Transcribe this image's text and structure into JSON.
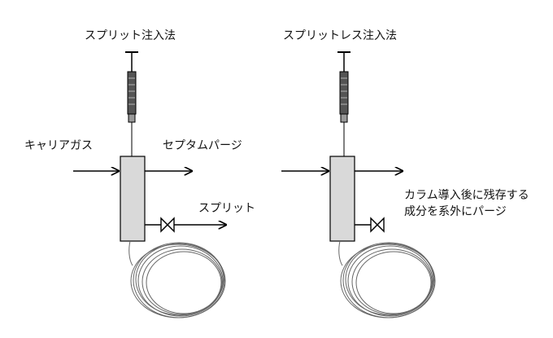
{
  "left": {
    "title": "スプリット注入法",
    "carrier_label": "キャリアガス",
    "septum_label": "セプタムパージ",
    "split_label": "スプリット"
  },
  "right": {
    "title": "スプリットレス注入法",
    "purge_line1": "カラム導入後に残存する",
    "purge_line2": "成分を系外にパージ"
  },
  "colors": {
    "stroke": "#000000",
    "body_fill": "#d9d9d9",
    "syringe_fill": "#555555",
    "coil": "#666666"
  }
}
